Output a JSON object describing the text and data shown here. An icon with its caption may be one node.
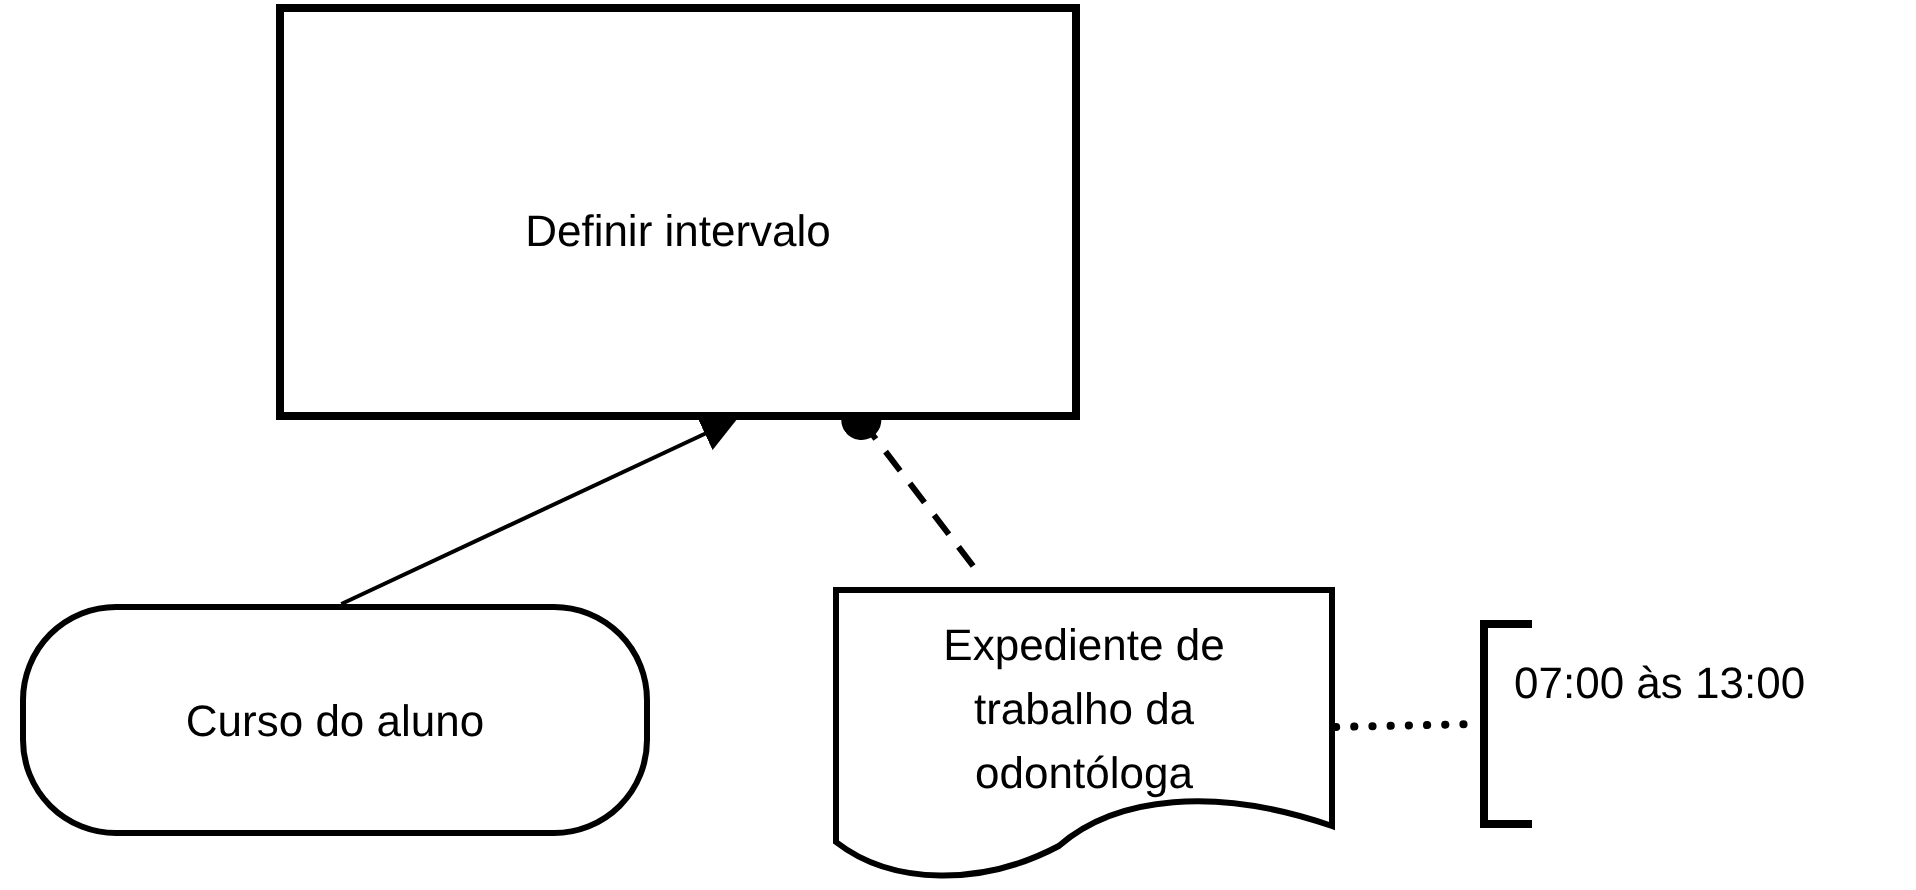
{
  "diagram": {
    "nodes": [
      {
        "text": [
          "Definir intervalo"
        ]
      },
      {
        "text": [
          "Curso do aluno"
        ]
      },
      {
        "text": [
          "Expediente de trabalho da odontóloga"
        ]
      },
      {
        "text": [
          "07:00 às 13:00"
        ]
      }
    ],
    "edges": [
      {
        "from": 1,
        "to": 0,
        "arrow": "to"
      },
      {
        "from": 2,
        "to": 0,
        "arrow": "other",
        "style": "dashed"
      },
      {
        "from": 2,
        "to": 3,
        "arrow": "none",
        "style": "dashed"
      }
    ]
  }
}
